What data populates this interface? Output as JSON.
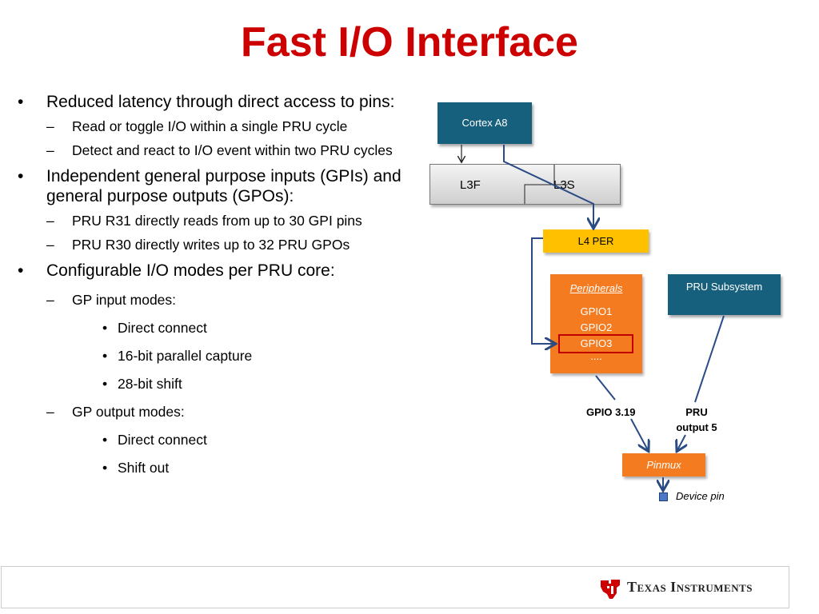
{
  "slide": {
    "title": "Fast I/O Interface",
    "bullets": {
      "b1": "Reduced latency through direct access to pins:",
      "b1_sub1": "Read or toggle I/O within a single PRU cycle",
      "b1_sub2": "Detect and react to I/O event within two PRU cycles",
      "b2": "Independent general purpose inputs (GPIs) and general purpose outputs (GPOs):",
      "b2_sub1": "PRU R31 directly reads from up to 30 GPI pins",
      "b2_sub2": "PRU R30 directly writes up to 32 PRU GPOs",
      "b3": "Configurable I/O modes per PRU core:",
      "b3_sub1": "GP input modes:",
      "b3_sub1_items": [
        "Direct connect",
        "16-bit parallel capture",
        "28-bit shift"
      ],
      "b3_sub2": "GP output modes:",
      "b3_sub2_items": [
        "Direct connect",
        "Shift out"
      ]
    }
  },
  "diagram": {
    "cortex": "Cortex A8",
    "l3f": "L3F",
    "l3s": "L3S",
    "l4": "L4 PER",
    "peripherals_title": "Peripherals",
    "gpio1": "GPIO1",
    "gpio2": "GPIO2",
    "gpio3": "GPIO3",
    "more": "....",
    "pru_subsystem": "PRU Subsystem",
    "gpio_label": "GPIO 3.19",
    "pru_output_line1": "PRU",
    "pru_output_line2": "output 5",
    "pinmux": "Pinmux",
    "device_pin": "Device pin"
  },
  "footer": {
    "brand": "Texas Instruments"
  },
  "colors": {
    "title": "#cc0000",
    "teal": "#17607d",
    "orange": "#f47b20",
    "yellow": "#ffc000",
    "wire": "#2b4b85"
  }
}
